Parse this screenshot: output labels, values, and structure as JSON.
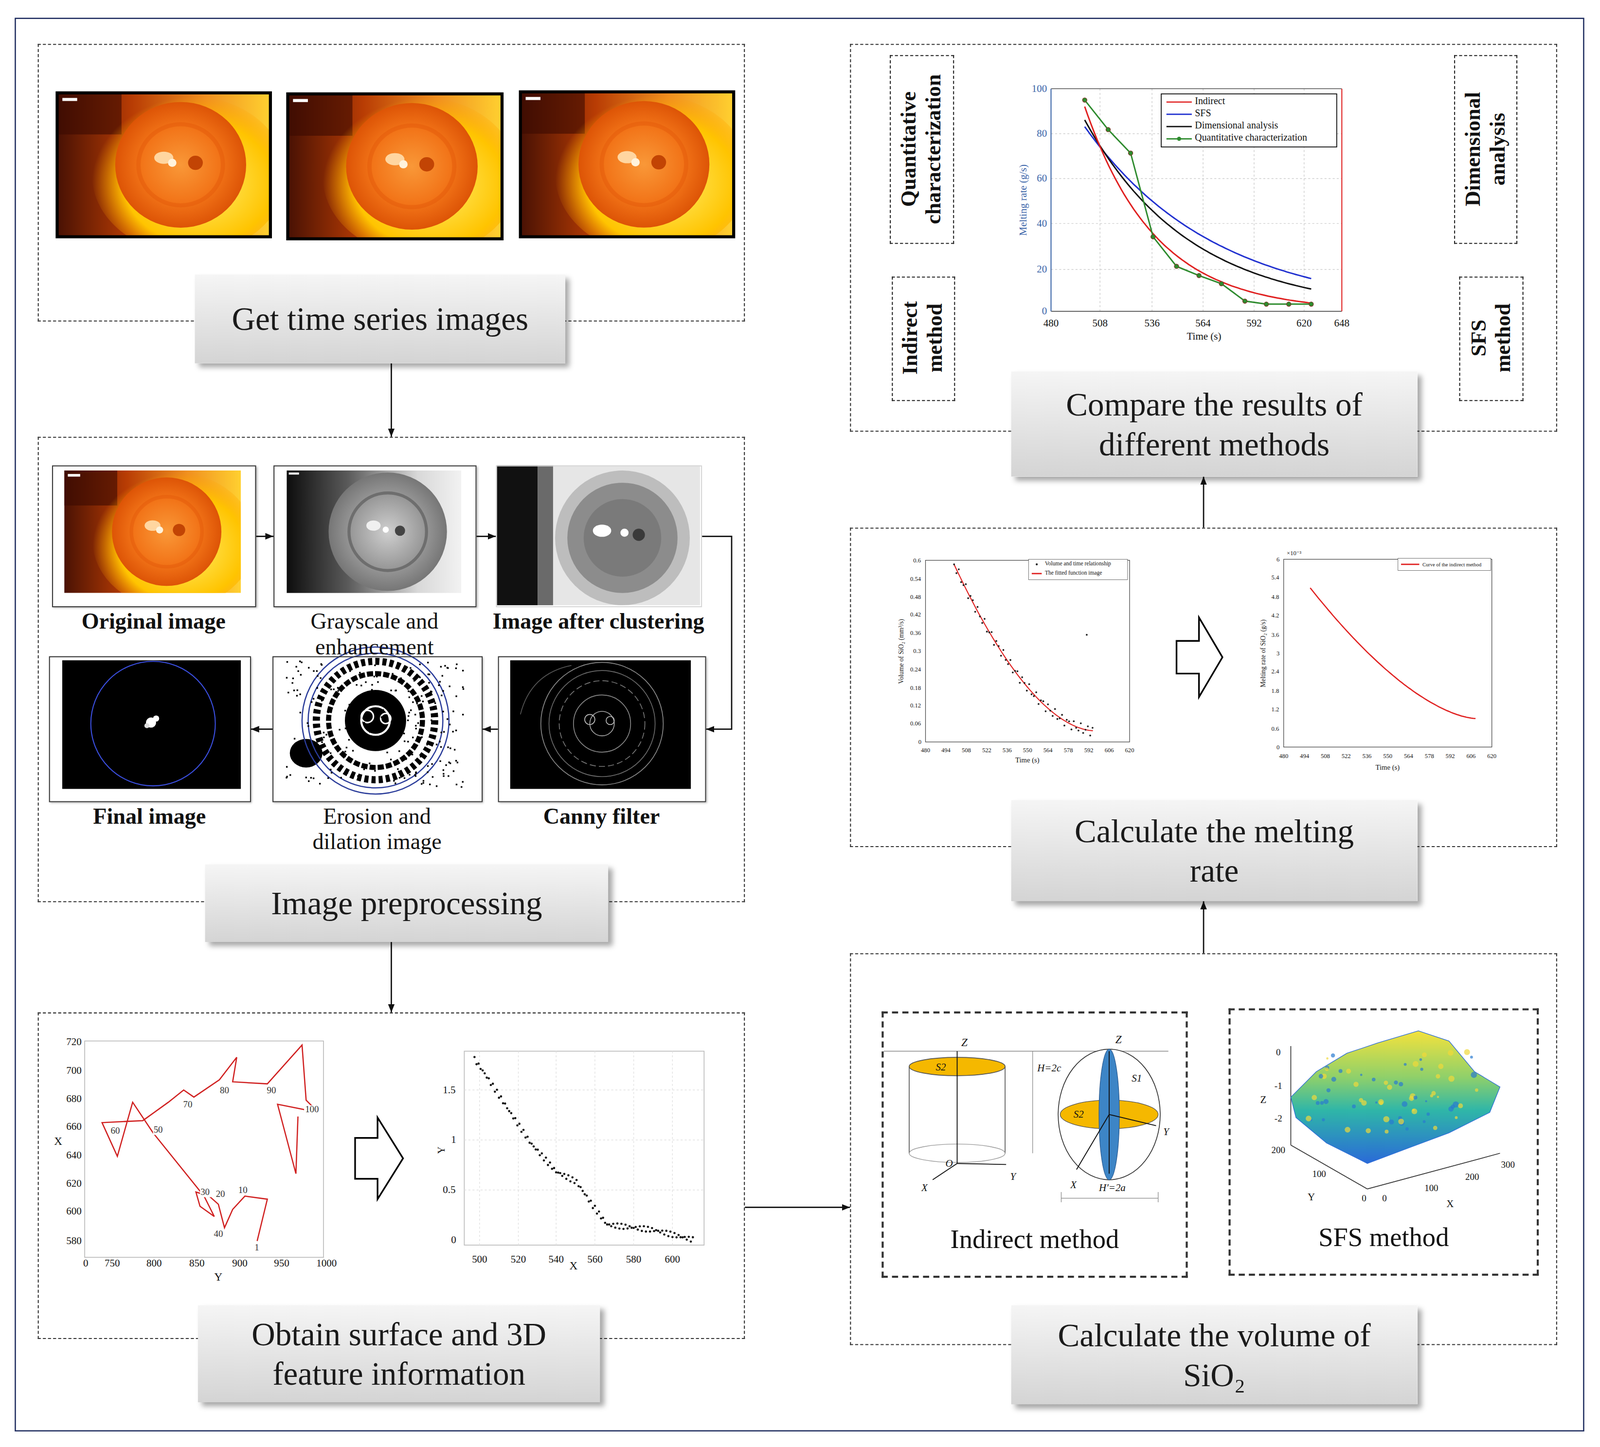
{
  "diagram": {
    "nodes": [
      {
        "text": [
          "Get time series images"
        ]
      },
      {
        "text": [
          "Image preprocessing"
        ]
      },
      {
        "text": [
          "Original image"
        ],
        "in": 1
      },
      {
        "text": [
          "Grayscale and enhancement"
        ],
        "in": 1
      },
      {
        "text": [
          "Image after clustering"
        ],
        "in": 1
      },
      {
        "text": [
          "Final image"
        ],
        "in": 1
      },
      {
        "text": [
          "Erosion and dilation image"
        ],
        "in": 1
      },
      {
        "text": [
          "Canny filter"
        ],
        "in": 1
      },
      {
        "text": [
          "Obtain surface and 3D feature information"
        ]
      },
      {
        "text": [
          "Compare the results of different methods"
        ]
      },
      {
        "text": [
          "Quantitative characterization"
        ],
        "in": 9
      },
      {
        "text": [
          "Dimensional analysis"
        ],
        "in": 9
      },
      {
        "text": [
          "Indirect method"
        ],
        "in": 9
      },
      {
        "text": [
          "SFS method"
        ],
        "in": 9
      },
      {
        "text": [
          "Calculate the melting rate"
        ]
      },
      {
        "text": [
          "Calculate the volume of SiO₂"
        ]
      },
      {
        "text": [
          "Indirect method"
        ],
        "in": 15
      },
      {
        "text": [
          "SFS method"
        ],
        "in": 15
      }
    ],
    "edges": [
      {
        "from": 0,
        "to": 1,
        "arrow": "to"
      },
      {
        "from": 1,
        "to": 8,
        "arrow": "to"
      },
      {
        "from": 2,
        "to": 3,
        "arrow": "to"
      },
      {
        "from": 3,
        "to": 4,
        "arrow": "to"
      },
      {
        "from": 4,
        "to": 7,
        "arrow": "to"
      },
      {
        "from": 7,
        "to": 6,
        "arrow": "to"
      },
      {
        "from": 6,
        "to": 5,
        "arrow": "to"
      },
      {
        "from": 8,
        "to": 15,
        "arrow": "to"
      },
      {
        "from": 15,
        "to": 14,
        "arrow": "to"
      },
      {
        "from": 14,
        "to": 9,
        "arrow": "to"
      }
    ],
    "labels": [
      "100",
      "80",
      "60",
      "40",
      "20",
      "0",
      "480",
      "508",
      "536",
      "564",
      "592",
      "620",
      "648",
      "Time (s)",
      "Melting rate (g/s)",
      "720",
      "700",
      "680",
      "660",
      "640",
      "620",
      "600",
      "580",
      "X",
      "0",
      "750",
      "800",
      "850",
      "900",
      "950",
      "1000",
      "Y",
      "1",
      "10",
      "20",
      "30",
      "40",
      "50",
      "60",
      "70",
      "80",
      "90",
      "100",
      "1.5",
      "1",
      "0.5",
      "0",
      "Y",
      "500",
      "520",
      "540",
      "X",
      "560",
      "580",
      "600",
      "Z",
      "S2",
      "H=2c",
      "O",
      "X",
      "Y",
      "Z",
      "S1",
      "S2",
      "Y",
      "X",
      "H'=2a",
      "0",
      "-1",
      "Z",
      "-2",
      "200",
      "100",
      "Y",
      "0",
      "0",
      "100",
      "200",
      "X",
      "300",
      "0.6",
      "0.54",
      "0.48",
      "0.42",
      "0.36",
      "0.3",
      "0.24",
      "0.18",
      "0.12",
      "0.06",
      "0",
      "480",
      "494",
      "508",
      "522",
      "536",
      "550",
      "564",
      "578",
      "592",
      "606",
      "620",
      "Time (s)",
      "Volume of SiO₂ (mm³/s)",
      "×10⁻³",
      "6",
      "5.4",
      "4.8",
      "4.2",
      "3.6",
      "3",
      "2.4",
      "1.8",
      "1.2",
      "0.6",
      "0",
      "480",
      "494",
      "508",
      "522",
      "536",
      "550",
      "564",
      "578",
      "592",
      "606",
      "620",
      "Time (s)",
      "Melting rate of SiO₂ (g/s)"
    ],
    "legend": [
      {
        "text": "Indirect"
      },
      {
        "text": "SFS"
      },
      {
        "text": "Dimensional analysis"
      },
      {
        "text": "Quantitative characterization"
      },
      {
        "text": "Volume and time relationship"
      },
      {
        "text": "The fitted function image"
      },
      {
        "text": "Curve of the indirect method"
      }
    ]
  }
}
